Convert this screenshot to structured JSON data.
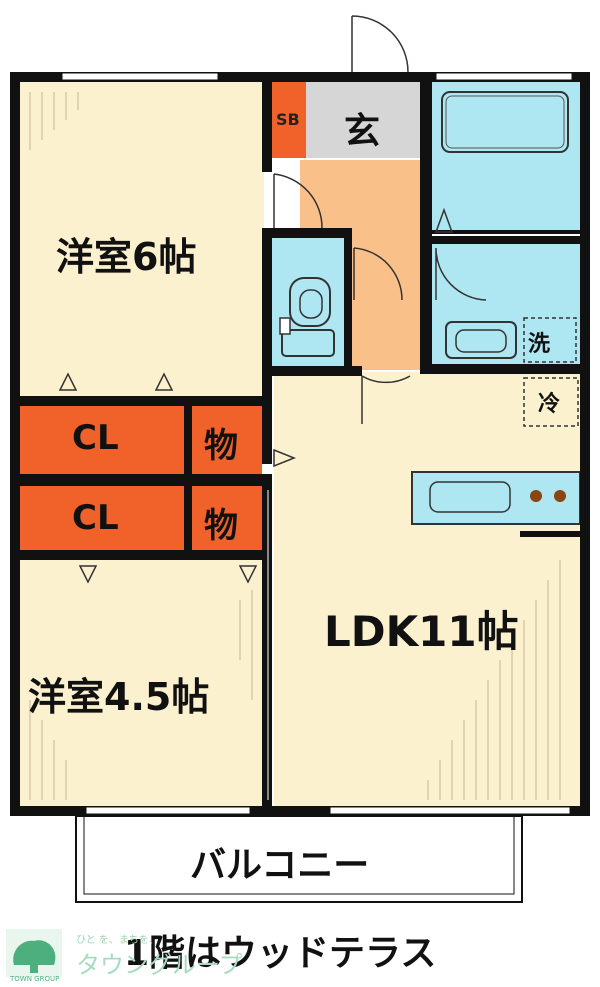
{
  "rooms": {
    "western_room_1": "洋室6帖",
    "western_room_2": "洋室4.5帖",
    "ldk": "LDK11帖",
    "entrance": "玄",
    "shoe_box": "SB",
    "closet_1": "CL",
    "closet_2": "CL",
    "storage_1": "物",
    "storage_2": "物",
    "washer": "洗",
    "fridge": "冷"
  },
  "balcony": "バルコニー",
  "note": "1階はウッドテラス",
  "logo": {
    "small_text": "ひと を、まちを、",
    "main_text": "タウングループ",
    "sub_text": "TOWN GROUP"
  },
  "colors": {
    "room_floor": "#fcf1cf",
    "corridor": "#f9c08a",
    "closet": "#f0622a",
    "wet_area": "#aee6f2",
    "entrance_floor": "#d6d6d6",
    "wall": "#111111"
  }
}
